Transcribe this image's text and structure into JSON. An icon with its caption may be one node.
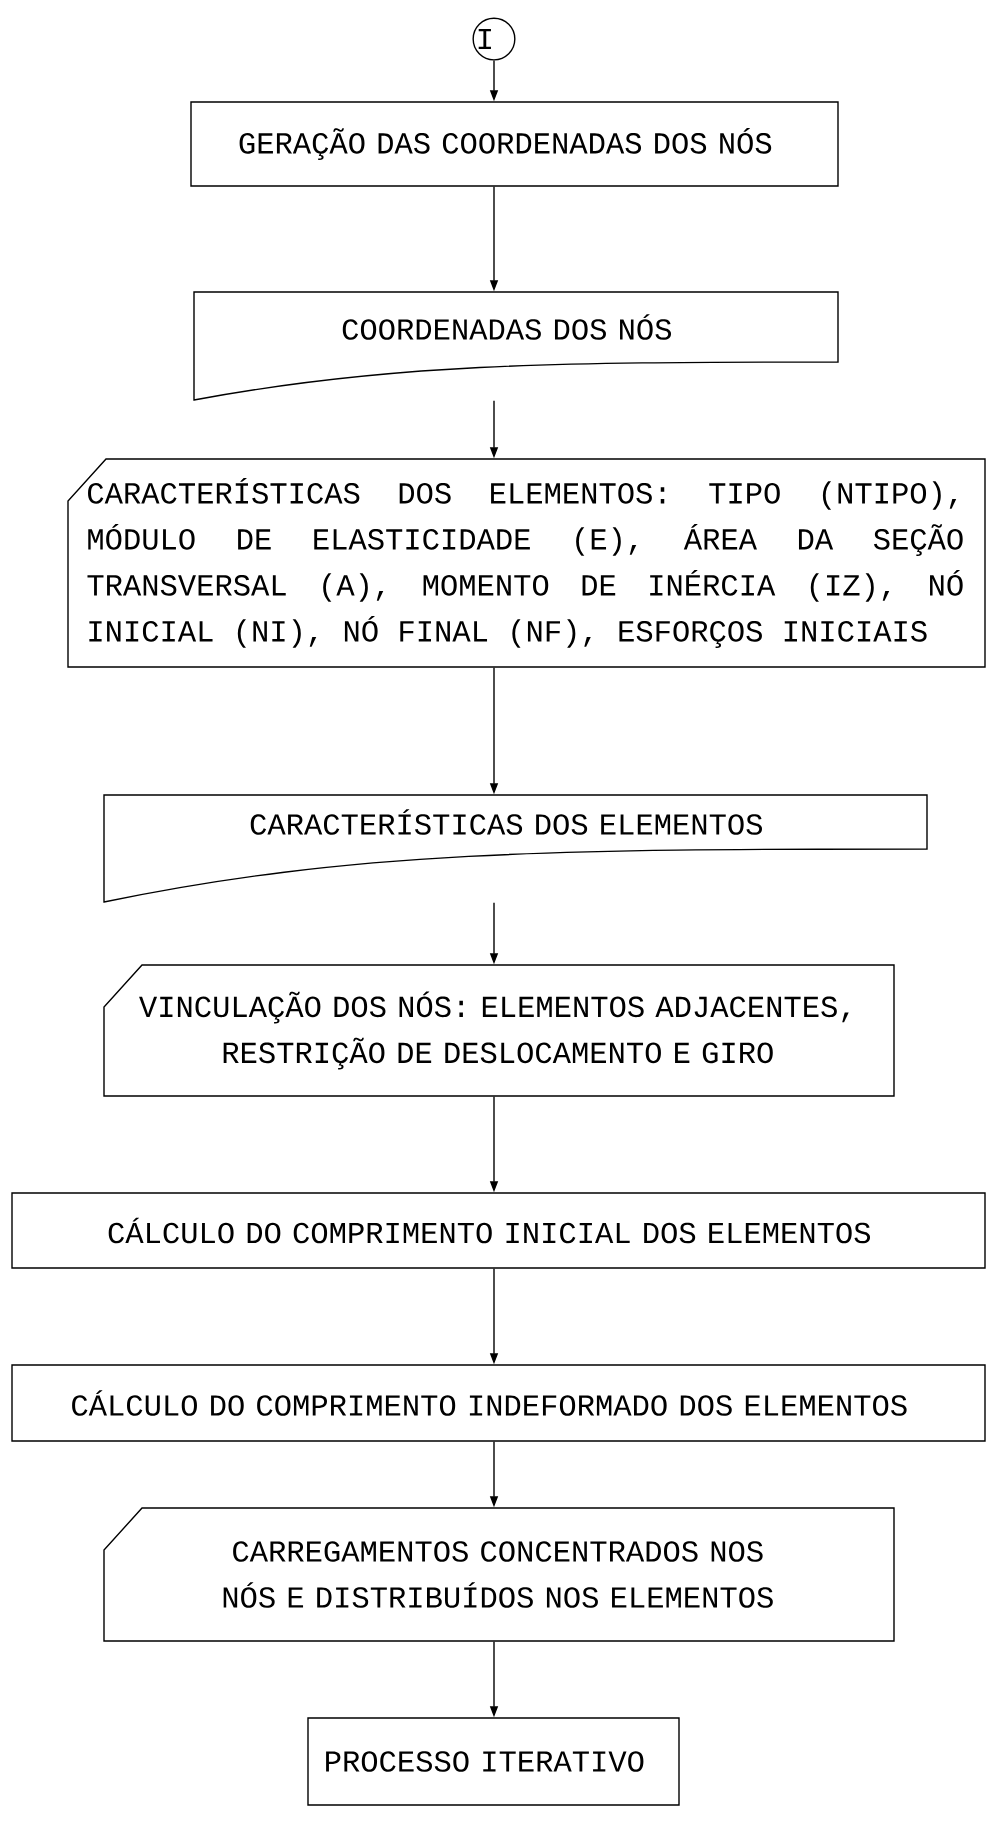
{
  "diagram": {
    "nodes": [
      {
        "text": [
          "I"
        ]
      },
      {
        "text": [
          "GERAÇÃO DAS COORDENADAS DOS NÓS"
        ]
      },
      {
        "text": [
          "COORDENADAS DOS NÓS"
        ]
      },
      {
        "text": [
          "CARACTERÍSTICAS DOS ELEMENTOS: TIPO (NTIPO), MÓDULO DE ELASTICIDADE (E), ÁREA DA SEÇÃO TRANSVERSAL (A), MOMENTO DE INÉRCIA (IZ), NÓ INICIAL (NI), NÓ FINAL (NF), ESFORÇOS INICIAIS"
        ]
      },
      {
        "text": [
          "CARACTERÍSTICAS DOS ELEMENTOS"
        ]
      },
      {
        "text": [
          "VINCULAÇÃO DOS NÓS: ELEMENTOS ADJACENTES, RESTRIÇÃO DE DESLOCAMENTO E GIRO"
        ]
      },
      {
        "text": [
          "CÁLCULO DO COMPRIMENTO INICIAL DOS ELEMENTOS"
        ]
      },
      {
        "text": [
          "CÁLCULO DO COMPRIMENTO INDEFORMADO DOS ELEMENTOS"
        ]
      },
      {
        "text": [
          "CARREGAMENTOS CONCENTRADOS NOS NÓS E DISTRIBUÍDOS NOS ELEMENTOS"
        ]
      },
      {
        "text": [
          "PROCESSO ITERATIVO"
        ]
      }
    ],
    "edges": [
      {
        "from": 0,
        "to": 1,
        "arrow": "to"
      },
      {
        "from": 1,
        "to": 2,
        "arrow": "to"
      },
      {
        "from": 2,
        "to": 3,
        "arrow": "to"
      },
      {
        "from": 3,
        "to": 4,
        "arrow": "to"
      },
      {
        "from": 4,
        "to": 5,
        "arrow": "to"
      },
      {
        "from": 5,
        "to": 6,
        "arrow": "to"
      },
      {
        "from": 6,
        "to": 7,
        "arrow": "to"
      },
      {
        "from": 7,
        "to": 8,
        "arrow": "to"
      },
      {
        "from": 8,
        "to": 9,
        "arrow": "to"
      }
    ]
  }
}
